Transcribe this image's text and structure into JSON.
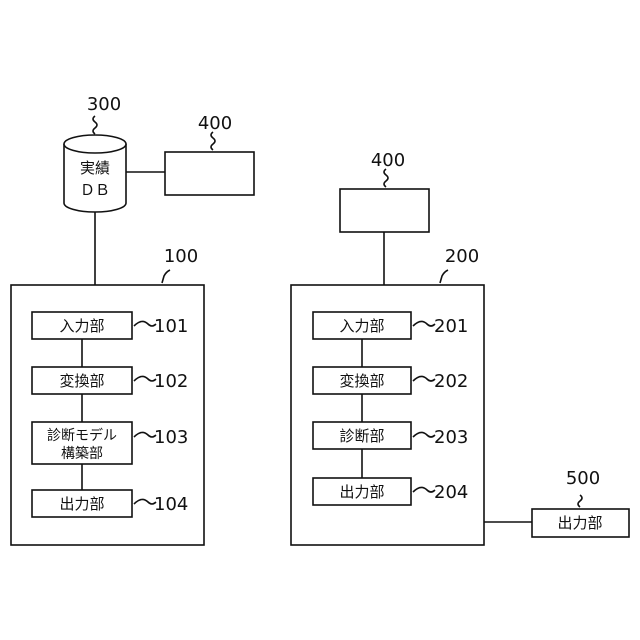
{
  "database": {
    "ref": "300",
    "line1": "実績",
    "line2": "ＤＢ"
  },
  "left_external": {
    "ref": "400"
  },
  "right_external": {
    "ref": "400"
  },
  "system_left": {
    "ref": "100",
    "units": [
      {
        "label": "入力部",
        "ref": "101"
      },
      {
        "label": "変換部",
        "ref": "102"
      },
      {
        "label_line1": "診断モデル",
        "label_line2": "構築部",
        "ref": "103"
      },
      {
        "label": "出力部",
        "ref": "104"
      }
    ]
  },
  "system_right": {
    "ref": "200",
    "units": [
      {
        "label": "入力部",
        "ref": "201"
      },
      {
        "label": "変換部",
        "ref": "202"
      },
      {
        "label": "診断部",
        "ref": "203"
      },
      {
        "label": "出力部",
        "ref": "204"
      }
    ]
  },
  "output_device": {
    "label": "出力部",
    "ref": "500"
  }
}
